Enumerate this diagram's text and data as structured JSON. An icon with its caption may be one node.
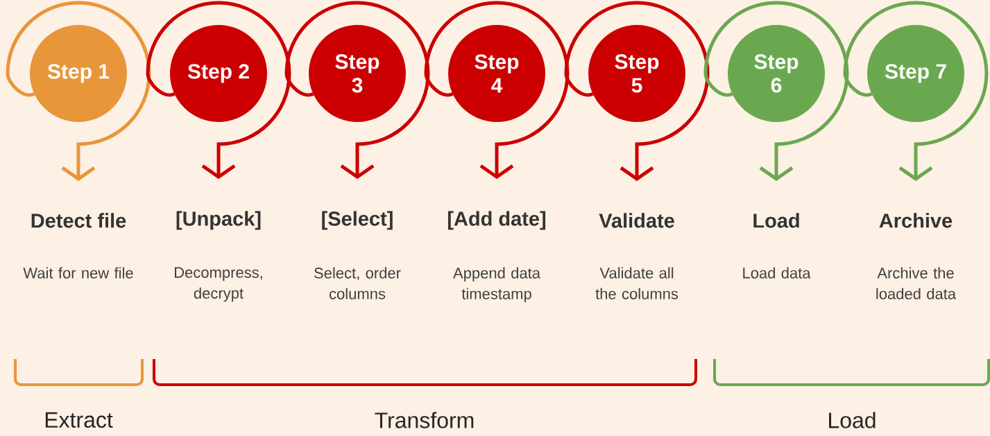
{
  "diagram": {
    "nodes": [
      {
        "text": [
          "Step 1"
        ]
      },
      {
        "text": [
          "Detect file"
        ],
        "beside": [
          "Wait for new file"
        ]
      },
      {
        "text": [
          "Step 2"
        ]
      },
      {
        "text": [
          "[Unpack]"
        ],
        "beside": [
          "Decompress, decrypt"
        ]
      },
      {
        "text": [
          "Step 3"
        ]
      },
      {
        "text": [
          "[Select]"
        ],
        "beside": [
          "Select, order columns"
        ]
      },
      {
        "text": [
          "Step 4"
        ]
      },
      {
        "text": [
          "[Add date]"
        ],
        "beside": [
          "Append data timestamp"
        ]
      },
      {
        "text": [
          "Step 5"
        ]
      },
      {
        "text": [
          "Validate"
        ],
        "beside": [
          "Validate all the columns"
        ]
      },
      {
        "text": [
          "Step 6"
        ]
      },
      {
        "text": [
          "Load"
        ],
        "beside": [
          "Load data"
        ]
      },
      {
        "text": [
          "Step 7"
        ]
      },
      {
        "text": [
          "Archive"
        ],
        "beside": [
          "Archive the loaded data"
        ]
      }
    ],
    "edges": [
      {
        "from": 0,
        "to": 1,
        "arrow": "to",
        "color": "#e8963a"
      },
      {
        "from": 2,
        "to": 3,
        "arrow": "to"
      },
      {
        "from": 4,
        "to": 5,
        "arrow": "to"
      },
      {
        "from": 6,
        "to": 7,
        "arrow": "to"
      },
      {
        "from": 8,
        "to": 9,
        "arrow": "to"
      },
      {
        "from": 10,
        "to": 11,
        "arrow": "to",
        "color": "#6aa84f"
      },
      {
        "from": 12,
        "to": 13,
        "arrow": "to",
        "color": "#6aa84f"
      }
    ],
    "labels": [
      "Extract",
      "Transform",
      "Load"
    ]
  }
}
